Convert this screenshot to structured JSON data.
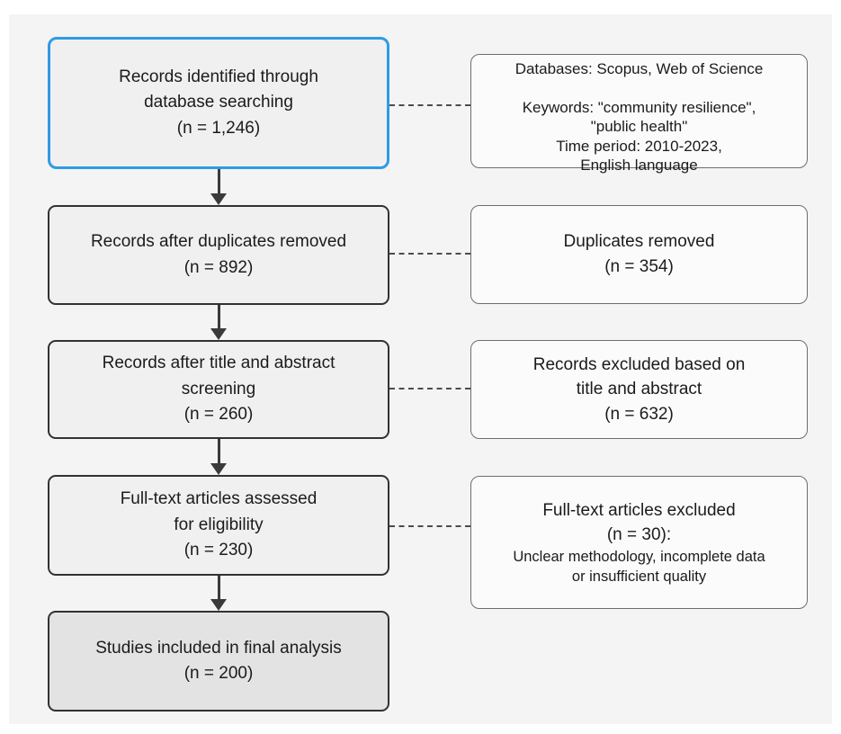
{
  "diagram": {
    "type": "flowchart",
    "name": "PRISMA study selection flow diagram",
    "colors": {
      "page_bg": "#ffffff",
      "canvas_bg": "#f4f4f4",
      "box_fill": "#f0f0f0",
      "final_box_fill": "#e3e3e3",
      "box_border": "#323232",
      "highlight_border": "#2e9be5",
      "side_box_fill": "#fbfbfb",
      "side_box_border": "#6e6e6e",
      "connector": "#3a3a3a",
      "text": "#1b1b1b"
    },
    "main_flow": [
      {
        "id": "records-identified",
        "n": "1,246",
        "highlighted": true,
        "text": "Records identified through\ndatabase searching\n(n = 1,246)"
      },
      {
        "id": "after-duplicates",
        "n": "892",
        "text": "Records after duplicates removed\n(n = 892)"
      },
      {
        "id": "after-title-abstract-screening",
        "n": "260",
        "text": "Records after title and abstract\nscreening\n(n = 260)"
      },
      {
        "id": "fulltext-assessed",
        "n": "230",
        "text": "Full-text articles assessed\nfor eligibility\n(n = 230)"
      },
      {
        "id": "included-final-analysis",
        "n": "200",
        "text": "Studies included in final analysis\n(n = 200)"
      }
    ],
    "side_notes": [
      {
        "id": "search-details",
        "text": "Databases: Scopus, Web of Science\n\nKeywords: \"community resilience\",\n\"public health\"\nTime period: 2010-2023,\nEnglish language"
      },
      {
        "id": "duplicates-removed",
        "n": "354",
        "text": "Duplicates removed\n(n = 354)"
      },
      {
        "id": "records-excluded",
        "n": "632",
        "text": "Records excluded based on\ntitle and abstract\n(n = 632)"
      },
      {
        "id": "fulltext-excluded",
        "n": "30",
        "text": "Full-text articles excluded\n(n = 30):",
        "subtext": "Unclear methodology, incomplete data\nor insufficient quality"
      }
    ]
  }
}
